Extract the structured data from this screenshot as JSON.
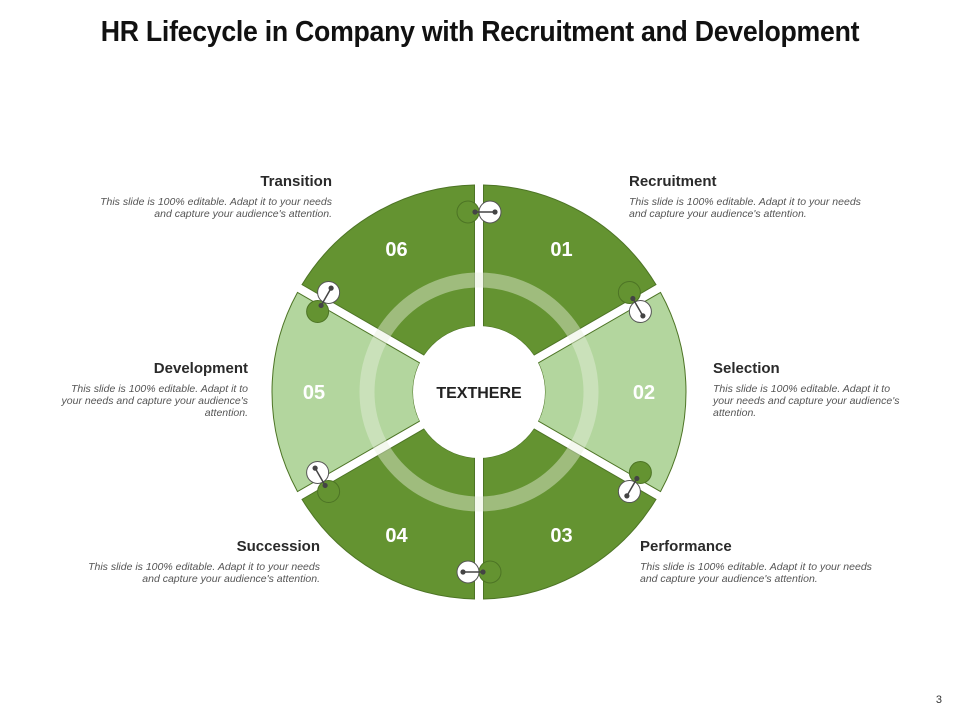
{
  "title": "HR Lifecycle in Company with Recruitment and Development",
  "center_text": "TEXTHERE",
  "page_number": "3",
  "colors": {
    "dark_green": "#649331",
    "light_green": "#b3d69e",
    "ring": "#e6efdc",
    "border": "#4d7425"
  },
  "segments": [
    {
      "number": "01",
      "title": "Recruitment",
      "text": "This slide is 100% editable. Adapt it to your needs and capture your audience's attention."
    },
    {
      "number": "02",
      "title": "Selection",
      "text": "This slide is 100% editable. Adapt it to your needs and capture your audience's attention."
    },
    {
      "number": "03",
      "title": "Performance",
      "text": "This slide is 100% editable. Adapt it to your needs and capture your audience's attention."
    },
    {
      "number": "04",
      "title": "Succession",
      "text": "This slide is 100% editable. Adapt it to your needs and capture your audience's attention."
    },
    {
      "number": "05",
      "title": "Development",
      "text": "This slide is 100% editable. Adapt it to your needs and capture your audience's attention."
    },
    {
      "number": "06",
      "title": "Transition",
      "text": "This slide is 100% editable. Adapt it to your needs and capture your audience's attention."
    }
  ]
}
